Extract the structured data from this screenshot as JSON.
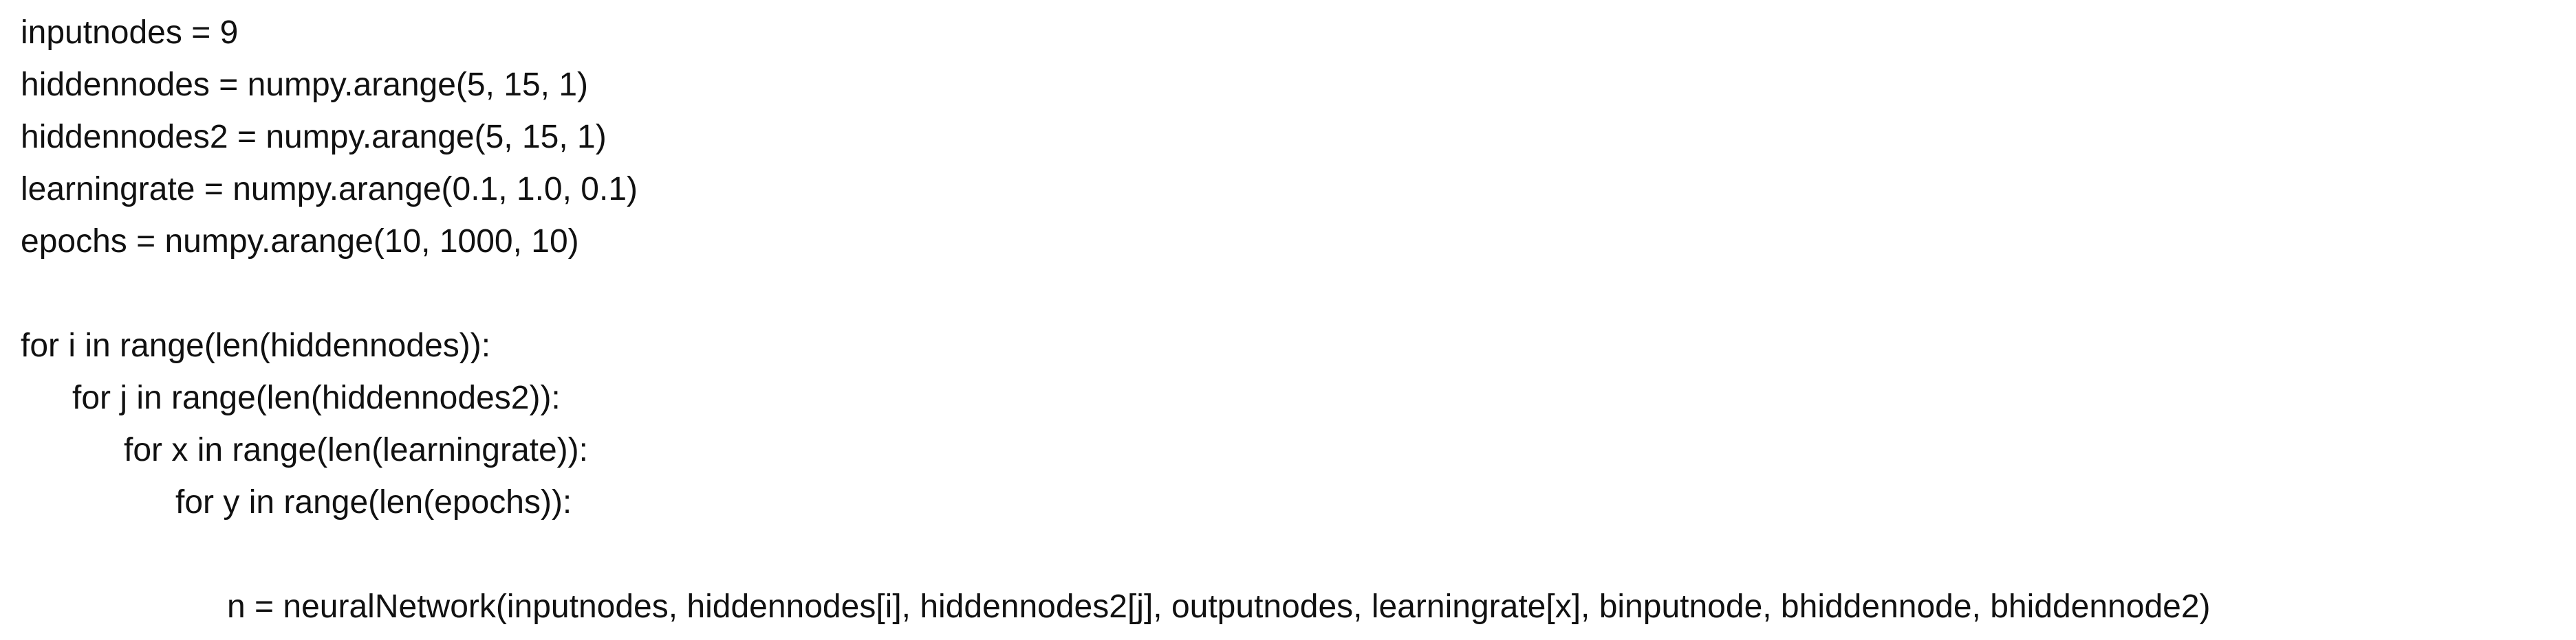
{
  "code_lines": [
    {
      "text": "inputnodes = 9",
      "indent": 0
    },
    {
      "text": "hiddennodes = numpy.arange(5, 15, 1)",
      "indent": 0
    },
    {
      "text": "hiddennodes2 = numpy.arange(5, 15, 1)",
      "indent": 0
    },
    {
      "text": "learningrate = numpy.arange(0.1, 1.0, 0.1)",
      "indent": 0
    },
    {
      "text": "epochs = numpy.arange(10, 1000, 10)",
      "indent": 0
    },
    {
      "text": "",
      "indent": 0
    },
    {
      "text": "for i in range(len(hiddennodes)):",
      "indent": 0
    },
    {
      "text": "for j in range(len(hiddennodes2)):",
      "indent": 1
    },
    {
      "text": "for x in range(len(learningrate)):",
      "indent": 2
    },
    {
      "text": "for y in range(len(epochs)):",
      "indent": 3
    },
    {
      "text": "",
      "indent": 0
    },
    {
      "text": "n = neuralNetwork(inputnodes, hiddennodes[i], hiddennodes2[j], outputnodes, learningrate[x], binputnode, bhiddennode, bhiddennode2)",
      "indent": 4
    }
  ]
}
